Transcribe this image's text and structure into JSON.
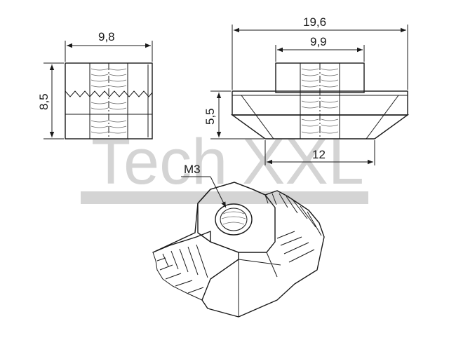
{
  "watermark": {
    "text_left": "Tech",
    "text_right": "XXL",
    "color": "#d4d4d4"
  },
  "dimensions": {
    "front_width": "9,8",
    "front_height": "8,5",
    "side_total_width": "19,6",
    "side_top_width": "9,9",
    "side_height": "5,5",
    "side_bottom_width": "12",
    "thread_callout": "M3"
  },
  "colors": {
    "line": "#1a1a1a",
    "thread_shading": "#666666"
  }
}
